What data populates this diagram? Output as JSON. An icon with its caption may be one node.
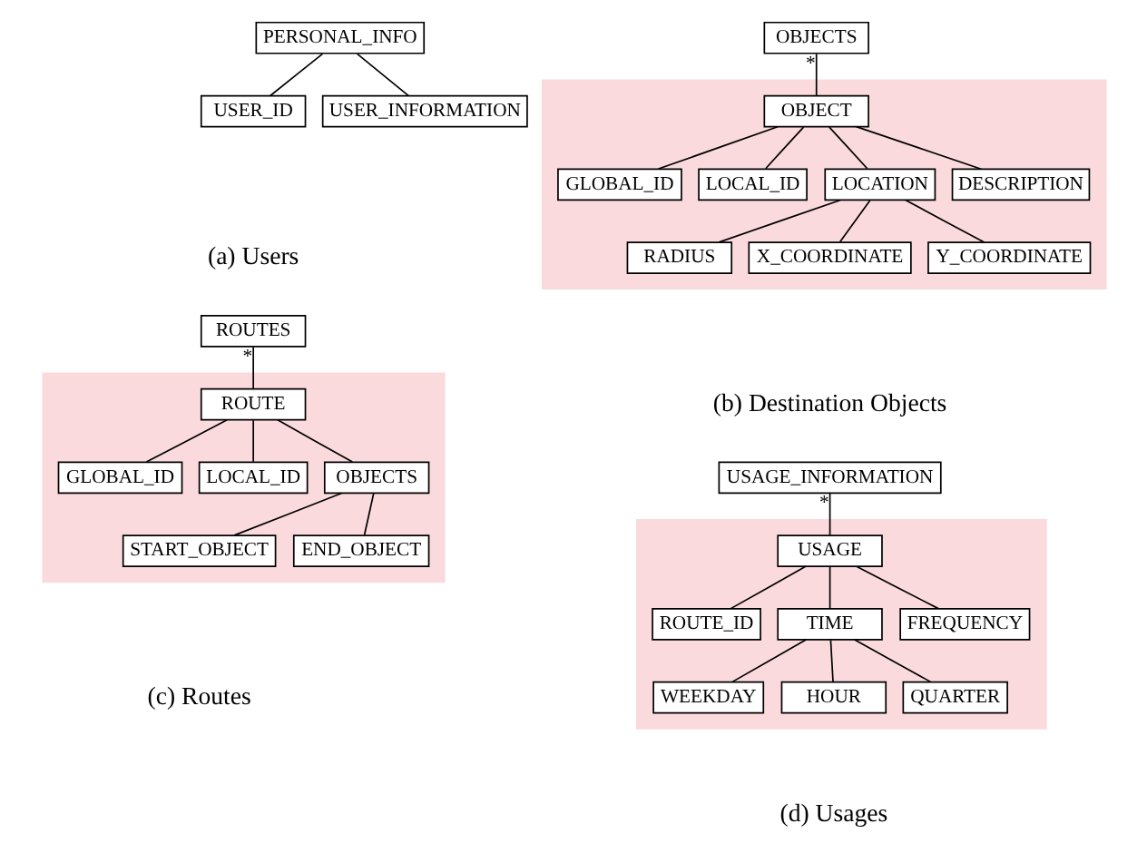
{
  "diagram": {
    "nodes": [
      {
        "text": [
          "PERSONAL_INFO"
        ]
      },
      {
        "text": [
          "USER_ID"
        ]
      },
      {
        "text": [
          "USER_INFORMATION"
        ]
      },
      {
        "text": [
          "OBJECTS"
        ]
      },
      {
        "text": [],
        "shape": "band"
      },
      {
        "text": [
          "OBJECT"
        ],
        "in": 4
      },
      {
        "text": [
          "GLOBAL_ID"
        ],
        "in": 4
      },
      {
        "text": [
          "LOCAL_ID"
        ],
        "in": 4
      },
      {
        "text": [
          "LOCATION"
        ],
        "in": 4
      },
      {
        "text": [
          "DESCRIPTION"
        ],
        "in": 4
      },
      {
        "text": [
          "RADIUS"
        ],
        "in": 4
      },
      {
        "text": [
          "X_COORDINATE"
        ],
        "in": 4
      },
      {
        "text": [
          "Y_COORDINATE"
        ],
        "in": 4
      },
      {
        "text": [
          "ROUTES"
        ]
      },
      {
        "text": [],
        "shape": "band"
      },
      {
        "text": [
          "ROUTE"
        ],
        "in": 14
      },
      {
        "text": [
          "GLOBAL_ID"
        ],
        "in": 14
      },
      {
        "text": [
          "LOCAL_ID"
        ],
        "in": 14
      },
      {
        "text": [
          "OBJECTS"
        ],
        "in": 14
      },
      {
        "text": [
          "START_OBJECT"
        ],
        "in": 14
      },
      {
        "text": [
          "END_OBJECT"
        ],
        "in": 14
      },
      {
        "text": [
          "USAGE_INFORMATION"
        ]
      },
      {
        "text": [],
        "shape": "band"
      },
      {
        "text": [
          "USAGE"
        ],
        "in": 22
      },
      {
        "text": [
          "ROUTE_ID"
        ],
        "in": 22
      },
      {
        "text": [
          "TIME"
        ],
        "in": 22
      },
      {
        "text": [
          "FREQUENCY"
        ],
        "in": 22
      },
      {
        "text": [
          "WEEKDAY"
        ],
        "in": 22
      },
      {
        "text": [
          "HOUR"
        ],
        "in": 22
      },
      {
        "text": [
          "QUARTER"
        ],
        "in": 22
      }
    ],
    "edges": [
      {
        "from": 0,
        "to": 1,
        "arrow": "none"
      },
      {
        "from": 0,
        "to": 2,
        "arrow": "none"
      },
      {
        "from": 3,
        "to": 5,
        "arrow": "none",
        "label": "*"
      },
      {
        "from": 5,
        "to": 6,
        "arrow": "none"
      },
      {
        "from": 5,
        "to": 7,
        "arrow": "none"
      },
      {
        "from": 5,
        "to": 8,
        "arrow": "none"
      },
      {
        "from": 5,
        "to": 9,
        "arrow": "none"
      },
      {
        "from": 8,
        "to": 10,
        "arrow": "none"
      },
      {
        "from": 8,
        "to": 11,
        "arrow": "none"
      },
      {
        "from": 8,
        "to": 12,
        "arrow": "none"
      },
      {
        "from": 13,
        "to": 15,
        "arrow": "none",
        "label": "*"
      },
      {
        "from": 15,
        "to": 16,
        "arrow": "none"
      },
      {
        "from": 15,
        "to": 17,
        "arrow": "none"
      },
      {
        "from": 15,
        "to": 18,
        "arrow": "none"
      },
      {
        "from": 18,
        "to": 19,
        "arrow": "none"
      },
      {
        "from": 18,
        "to": 20,
        "arrow": "none"
      },
      {
        "from": 21,
        "to": 23,
        "arrow": "none",
        "label": "*"
      },
      {
        "from": 23,
        "to": 24,
        "arrow": "none"
      },
      {
        "from": 23,
        "to": 25,
        "arrow": "none"
      },
      {
        "from": 23,
        "to": 26,
        "arrow": "none"
      },
      {
        "from": 25,
        "to": 27,
        "arrow": "none"
      },
      {
        "from": 25,
        "to": 28,
        "arrow": "none"
      },
      {
        "from": 25,
        "to": 29,
        "arrow": "none"
      }
    ],
    "labels": [
      "(a) Users",
      "(b) Destination Objects",
      "(c) Routes",
      "(d) Usages"
    ]
  }
}
